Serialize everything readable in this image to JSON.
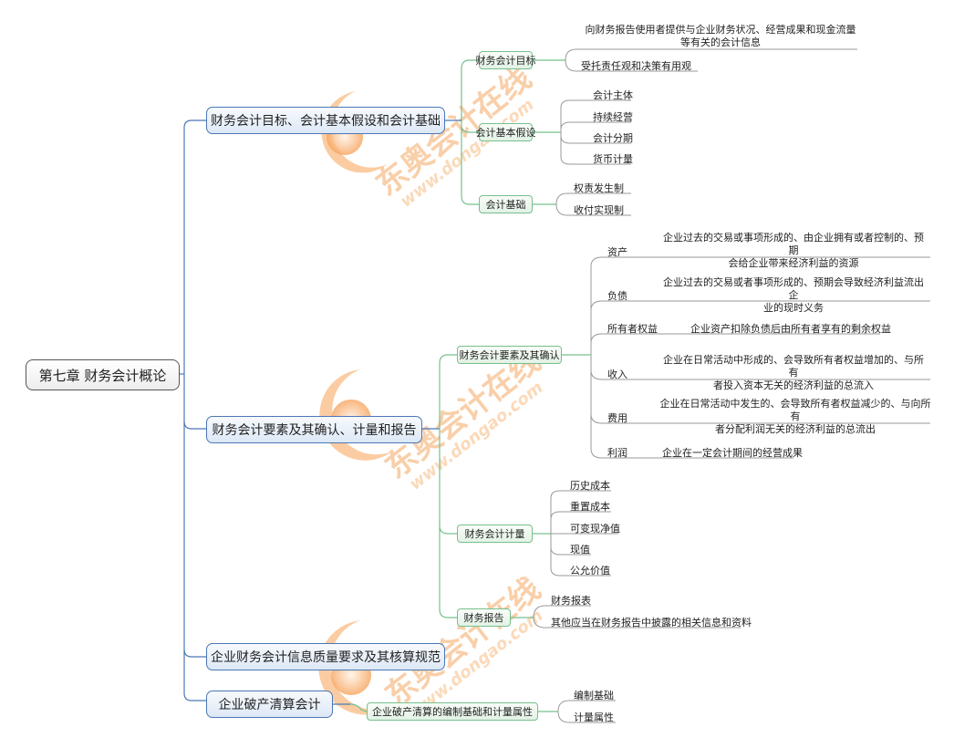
{
  "root": {
    "label": "第七章 财务会计概论"
  },
  "branches": [
    {
      "label": "财务会计目标、会计基本假设和会计基础",
      "children": [
        {
          "label": "财务会计目标",
          "leaves": [
            "向财务报告使用者提供与企业财务状况、经营成果和现金流量等有关的会计信息",
            "受托责任观和决策有用观"
          ]
        },
        {
          "label": "会计基本假设",
          "leaves": [
            "会计主体",
            "持续经营",
            "会计分期",
            "货币计量"
          ]
        },
        {
          "label": "会计基础",
          "leaves": [
            "权责发生制",
            "收付实现制"
          ]
        }
      ]
    },
    {
      "label": "财务会计要素及其确认、计量和报告",
      "children": [
        {
          "label": "财务会计要素及其确认",
          "elements": [
            {
              "name": "资产",
              "definition_line1": "企业过去的交易或事项形成的、由企业拥有或者控制的、预期",
              "definition_line2": "会给企业带来经济利益的资源"
            },
            {
              "name": "负债",
              "definition_line1": "企业过去的交易或者事项形成的、预期会导致经济利益流出企",
              "definition_line2": "业的现时义务"
            },
            {
              "name": "所有者权益",
              "definition_line1": "企业资产扣除负债后由所有者享有的剩余权益",
              "definition_line2": ""
            },
            {
              "name": "收入",
              "definition_line1": "企业在日常活动中形成的、会导致所有者权益增加的、与所有",
              "definition_line2": "者投入资本无关的经济利益的总流入"
            },
            {
              "name": "费用",
              "definition_line1": "企业在日常活动中发生的、会导致所有者权益减少的、与向所有",
              "definition_line2": "者分配利润无关的经济利益的总流出"
            },
            {
              "name": "利润",
              "definition_line1": "企业在一定会计期间的经营成果",
              "definition_line2": ""
            }
          ]
        },
        {
          "label": "财务会计计量",
          "leaves": [
            "历史成本",
            "重置成本",
            "可变现净值",
            "现值",
            "公允价值"
          ]
        },
        {
          "label": "财务报告",
          "leaves": [
            "财务报表",
            "其他应当在财务报告中披露的相关信息和资料"
          ]
        }
      ]
    },
    {
      "label": "企业财务会计信息质量要求及其核算规范",
      "children": []
    },
    {
      "label": "企业破产清算会计",
      "children": [
        {
          "label": "企业破产清算的编制基础和计量属性",
          "leaves": [
            "编制基础",
            "计量属性"
          ]
        }
      ]
    }
  ],
  "objective_desc_line1": "向财务报告使用者提供与企业财务状况、经营成果和现金流量",
  "objective_desc_line2": "等有关的会计信息",
  "watermark": {
    "brand": "东奥会计在线",
    "url": "www.dongao.com"
  },
  "colors": {
    "root_border": "#555555",
    "l1_border": "#4a78b5",
    "l2_border": "#77c08d",
    "l1_line": "#4a78b5",
    "l2_line": "#77c08d",
    "leaf_line": "#9a9a9a",
    "watermark": "#f7a35c"
  }
}
